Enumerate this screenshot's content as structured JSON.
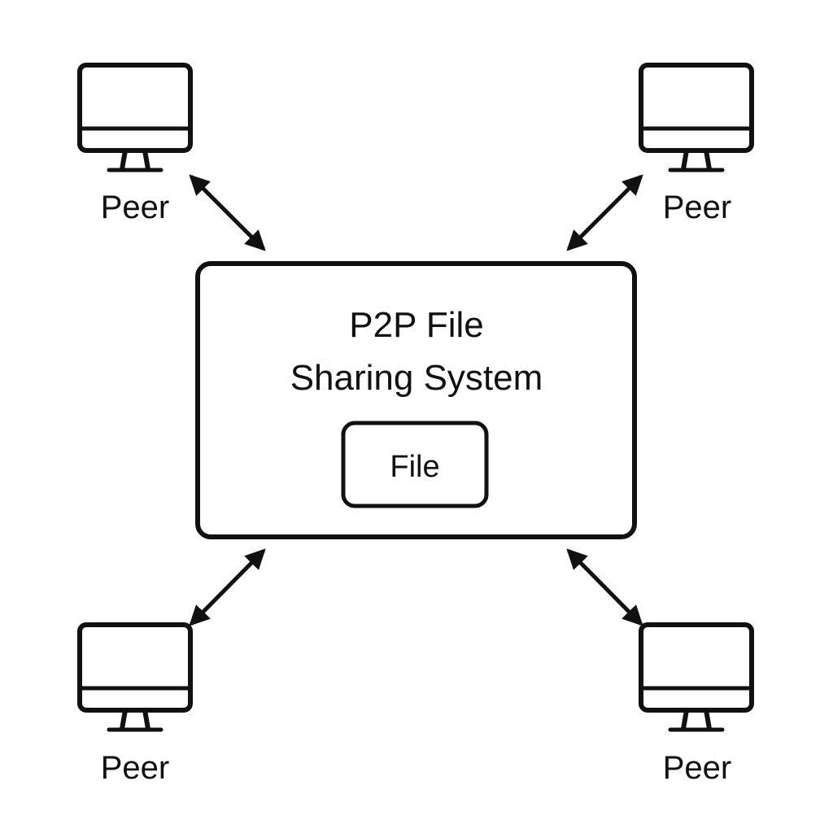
{
  "system": {
    "title_line1": "P2P File",
    "title_line2": "Sharing System",
    "file_label": "File"
  },
  "peers": [
    {
      "label": "Peer"
    },
    {
      "label": "Peer"
    },
    {
      "label": "Peer"
    },
    {
      "label": "Peer"
    }
  ],
  "colors": {
    "stroke": "#111111",
    "background": "#ffffff"
  }
}
